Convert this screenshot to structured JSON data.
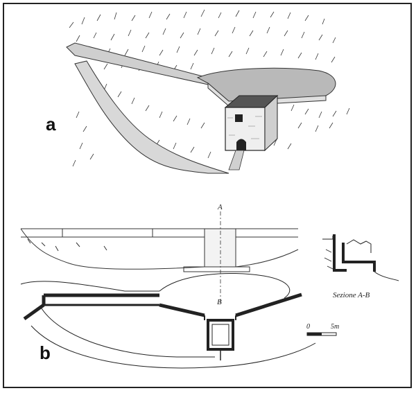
{
  "panels": {
    "a": {
      "letter": "a"
    },
    "b": {
      "letter": "b"
    }
  },
  "plan": {
    "marker_top": "A",
    "marker_bottom": "B"
  },
  "section": {
    "caption": "Sezione A-B"
  },
  "scale_bar": {
    "zero_label": "0",
    "length_label": "5m"
  }
}
